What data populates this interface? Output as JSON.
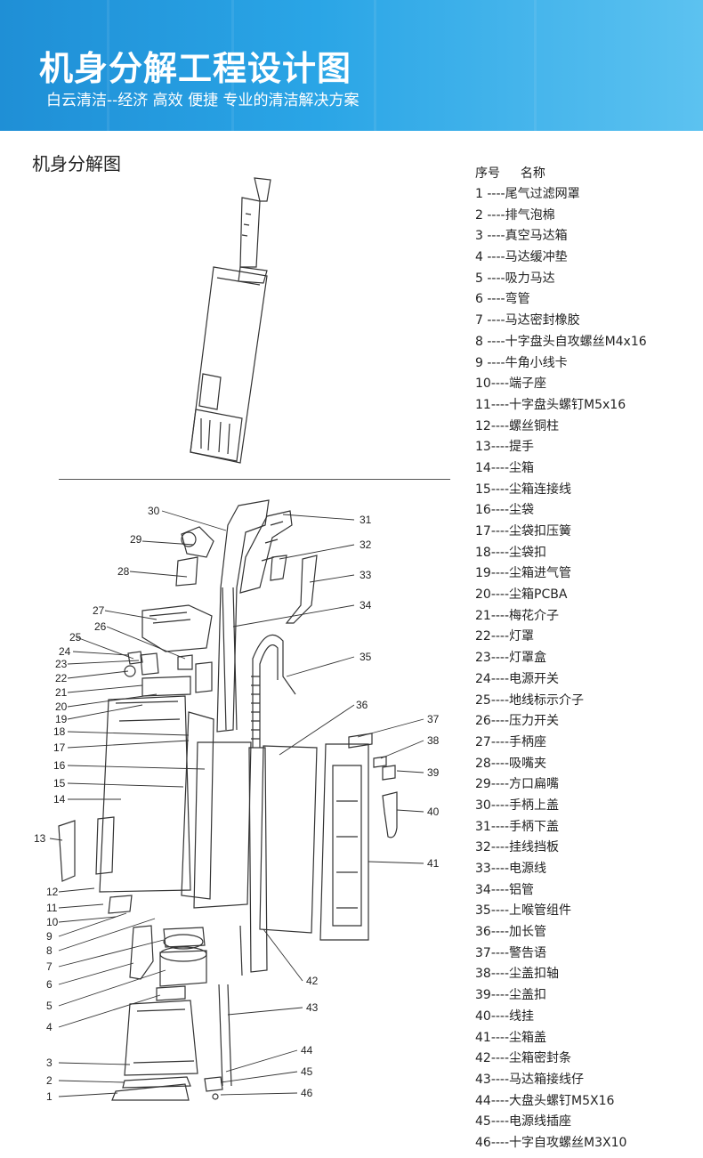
{
  "banner": {
    "title": "机身分解工程设计图",
    "subtitle": "白云清洁--经济 高效 便捷 专业的清洁解决方案",
    "colors": {
      "start": "#1f8fd6",
      "end": "#5cc2f0"
    }
  },
  "section_title": "机身分解图",
  "parts_header": {
    "col1": "序号",
    "col2": "名称"
  },
  "parts": [
    "1 ----尾气过滤网罩",
    "2 ----排气泡棉",
    "3 ----真空马达箱",
    "4 ----马达缓冲垫",
    "5 ----吸力马达",
    "6 ----弯管",
    "7 ----马达密封橡胶",
    "8 ----十字盘头自攻螺丝M4x16",
    "9 ----牛角小线卡",
    "10----端子座",
    "11----十字盘头螺钉M5x16",
    "12----螺丝铜柱",
    "13----提手",
    "14----尘箱",
    "15----尘箱连接线",
    "16----尘袋",
    "17----尘袋扣压簧",
    "18----尘袋扣",
    "19----尘箱进气管",
    "20----尘箱PCBA",
    "21----梅花介子",
    "22----灯罩",
    "23----灯罩盒",
    "24----电源开关",
    "25----地线标示介子",
    "26----压力开关",
    "27----手柄座",
    "28----吸嘴夹",
    "29----方口扁嘴",
    "30----手柄上盖",
    "31----手柄下盖",
    "32----挂线挡板",
    "33----电源线",
    "34----铝管",
    "35----上喉管组件",
    "36----加长管",
    "37----警告语",
    "38----尘盖扣轴",
    "39----尘盖扣",
    "40----线挂",
    "41----尘箱盖",
    "42----尘箱密封条",
    "43----马达箱接线仔",
    "44----大盘头螺钉M5X16",
    "45----电源线插座",
    "46----十字自攻螺丝M3X10"
  ],
  "callouts": [
    "1",
    "2",
    "3",
    "4",
    "5",
    "6",
    "7",
    "8",
    "9",
    "10",
    "11",
    "12",
    "13",
    "14",
    "15",
    "16",
    "17",
    "18",
    "19",
    "20",
    "21",
    "22",
    "23",
    "24",
    "25",
    "26",
    "27",
    "28",
    "29",
    "30",
    "31",
    "32",
    "33",
    "34",
    "35",
    "36",
    "37",
    "38",
    "39",
    "40",
    "41",
    "42",
    "43",
    "44",
    "45",
    "46"
  ]
}
